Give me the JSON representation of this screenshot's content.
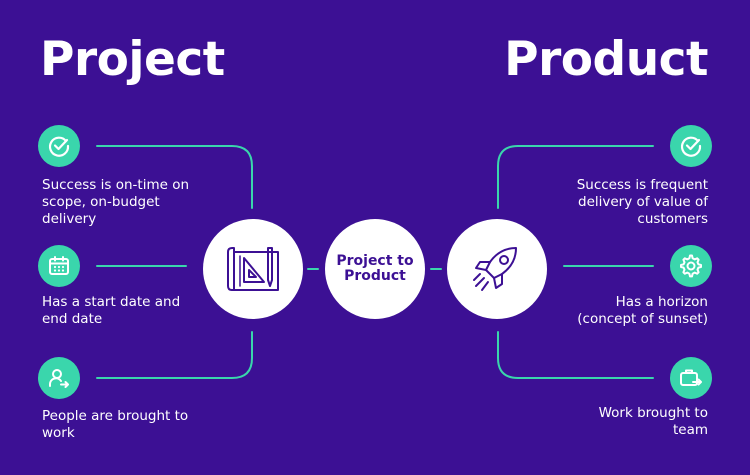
{
  "left": {
    "title": "Project",
    "items": [
      {
        "icon": "check-circle-icon",
        "text": "Success is on-time on scope, on-budget delivery"
      },
      {
        "icon": "calendar-icon",
        "text": "Has a start date and end date"
      },
      {
        "icon": "person-arrow-icon",
        "text": "People are brought to work"
      }
    ],
    "hub_icon": "blueprint-tools-icon"
  },
  "center": {
    "label": "Project to Product"
  },
  "right": {
    "title": "Product",
    "items": [
      {
        "icon": "check-circle-icon",
        "text": "Success is frequent delivery of value of customers"
      },
      {
        "icon": "gear-icon",
        "text": "Has a horizon (concept of sunset)"
      },
      {
        "icon": "briefcase-arrow-icon",
        "text": "Work brought to team"
      }
    ],
    "hub_icon": "rocket-icon"
  },
  "colors": {
    "background": "#3c1094",
    "accent": "#3ad6ac",
    "hub": "#ffffff"
  }
}
